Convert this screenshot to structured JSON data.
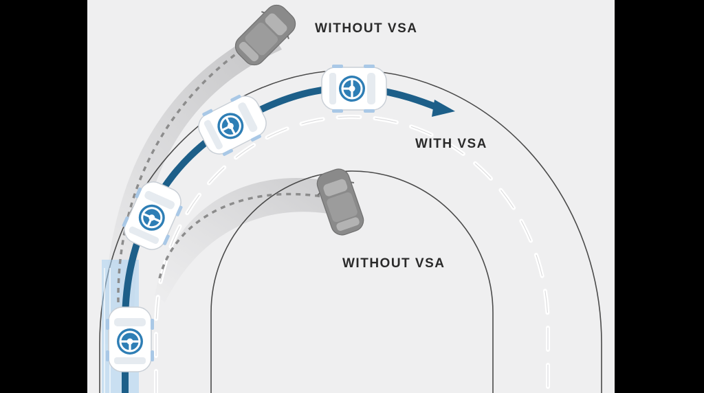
{
  "labels": {
    "without_vsa_top": "WITHOUT VSA",
    "with_vsa": "WITH VSA",
    "without_vsa_bottom": "WITHOUT VSA"
  },
  "colors": {
    "frame_background": "#000000",
    "panel_background": "#efeff0",
    "road_edge": "#4a4a4a",
    "lane_marking": "#ffffff",
    "vsa_path": "#1d5f89",
    "vsa_car_body": "#ffffff",
    "vsa_car_accent": "#2e7eb5",
    "vsa_wheel": "#a9c8e6",
    "non_vsa_car": "#8a8a8a",
    "non_vsa_path": "#8c8c8c"
  },
  "icons": {
    "vsa_car": "car-top-view-icon",
    "non_vsa_car": "car-top-view-gray-icon",
    "steering_wheel": "steering-wheel-icon"
  }
}
